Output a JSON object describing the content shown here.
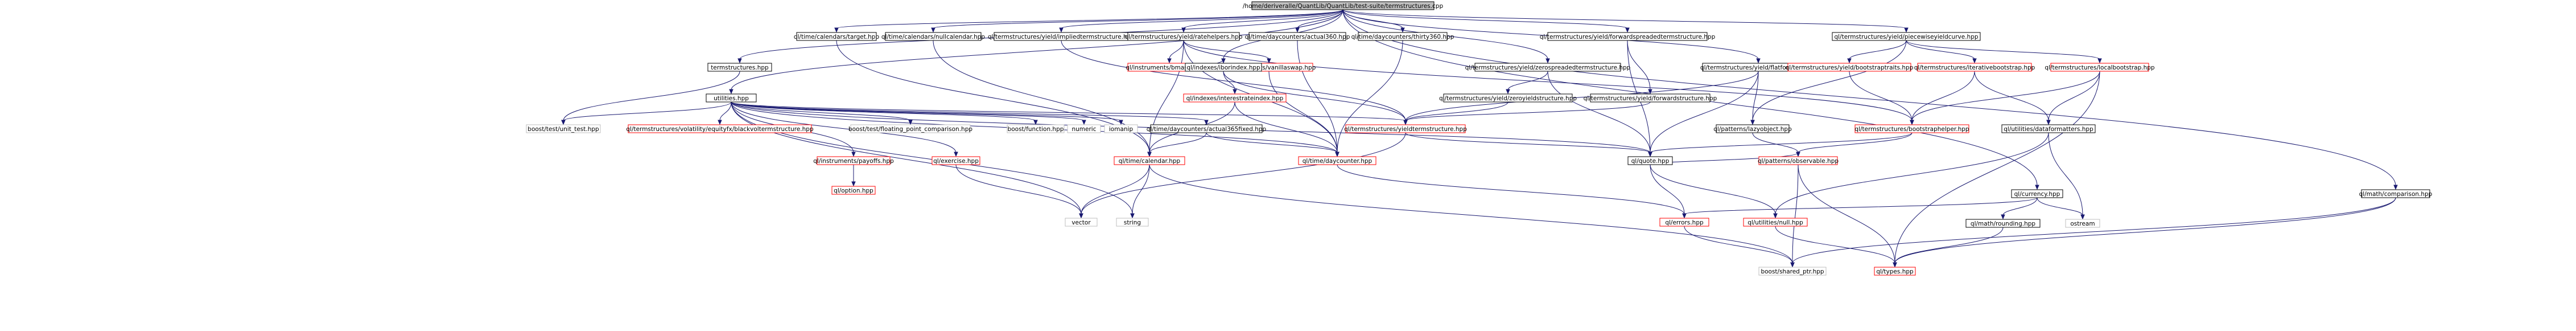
{
  "graph": {
    "nodes": {
      "root": {
        "label": "/home/deriveralle/QuantLib/QuantLib/test-suite/termstructures.cpp",
        "style": "root"
      },
      "ts_hpp": {
        "label": "termstructures.hpp",
        "style": "black"
      },
      "utilities": {
        "label": "utilities.hpp",
        "style": "black"
      },
      "target": {
        "label": "ql/time/calendars/target.hpp",
        "style": "black"
      },
      "nullcal": {
        "label": "ql/time/calendars/nullcalendar.hpp",
        "style": "black"
      },
      "implied": {
        "label": "ql/termstructures/yield/impliedtermstructure.hpp",
        "style": "black"
      },
      "ratehelpers": {
        "label": "ql/termstructures/yield/ratehelpers.hpp",
        "style": "black"
      },
      "act360": {
        "label": "ql/time/daycounters/actual360.hpp",
        "style": "black"
      },
      "thirty360": {
        "label": "ql/time/daycounters/thirty360.hpp",
        "style": "black"
      },
      "zerospreaded": {
        "label": "ql/termstructures/yield/zerospreadedtermstructure.hpp",
        "style": "black"
      },
      "fwdspreaded": {
        "label": "ql/termstructures/yield/forwardspreadedtermstructure.hpp",
        "style": "black"
      },
      "flatforward": {
        "label": "ql/termstructures/yield/flatforward.hpp",
        "style": "black"
      },
      "piecewise": {
        "label": "ql/termstructures/yield/piecewiseyieldcurve.hpp",
        "style": "black"
      },
      "mathcomparison": {
        "label": "ql/math/comparison.hpp",
        "style": "black"
      },
      "bmaswap": {
        "label": "ql/instruments/bmaswap.hpp",
        "style": "red"
      },
      "vanillaswap": {
        "label": "ql/instruments/vanillaswap.hpp",
        "style": "red"
      },
      "bootstraptraits": {
        "label": "ql/termstructures/yield/bootstraptraits.hpp",
        "style": "red"
      },
      "iterativeboot": {
        "label": "ql/termstructures/iterativebootstrap.hpp",
        "style": "red"
      },
      "localboot": {
        "label": "ql/termstructures/localbootstrap.hpp",
        "style": "red"
      },
      "boost_unit_test": {
        "label": "boost/test/unit_test.hpp",
        "style": "gray"
      },
      "blackvol": {
        "label": "ql/termstructures/volatility/equityfx/blackvoltermstructure.hpp",
        "style": "red"
      },
      "fpcomp": {
        "label": "boost/test/floating_point_comparison.hpp",
        "style": "gray"
      },
      "payoffs": {
        "label": "ql/instruments/payoffs.hpp",
        "style": "red"
      },
      "boost_function": {
        "label": "boost/function.hpp",
        "style": "gray"
      },
      "numeric": {
        "label": "numeric",
        "style": "gray"
      },
      "iomanip": {
        "label": "iomanip",
        "style": "gray"
      },
      "act365": {
        "label": "ql/time/daycounters/actual365fixed.hpp",
        "style": "black"
      },
      "ibor": {
        "label": "ql/indexes/iborindex.hpp",
        "style": "black"
      },
      "zeroyield": {
        "label": "ql/termstructures/yield/zeroyieldstructure.hpp",
        "style": "black"
      },
      "fwdstructure": {
        "label": "ql/termstructures/yield/forwardstructure.hpp",
        "style": "black"
      },
      "lazyobject": {
        "label": "ql/patterns/lazyobject.hpp",
        "style": "black"
      },
      "bootstraphelper": {
        "label": "ql/termstructures/bootstraphelper.hpp",
        "style": "red"
      },
      "dataformatters": {
        "label": "ql/utilities/dataformatters.hpp",
        "style": "black"
      },
      "option": {
        "label": "ql/option.hpp",
        "style": "red"
      },
      "exercise": {
        "label": "ql/exercise.hpp",
        "style": "red"
      },
      "interestrateindex": {
        "label": "ql/indexes/interestrateindex.hpp",
        "style": "red"
      },
      "yieldts": {
        "label": "ql/termstructures/yieldtermstructure.hpp",
        "style": "red"
      },
      "calendar": {
        "label": "ql/time/calendar.hpp",
        "style": "red"
      },
      "daycounter": {
        "label": "ql/time/daycounter.hpp",
        "style": "red"
      },
      "quote": {
        "label": "ql/quote.hpp",
        "style": "black"
      },
      "observable": {
        "label": "ql/patterns/observable.hpp",
        "style": "red"
      },
      "currency": {
        "label": "ql/currency.hpp",
        "style": "black"
      },
      "vector": {
        "label": "vector",
        "style": "gray"
      },
      "string": {
        "label": "string",
        "style": "gray"
      },
      "errors": {
        "label": "ql/errors.hpp",
        "style": "red"
      },
      "utilnull": {
        "label": "ql/utilities/null.hpp",
        "style": "red"
      },
      "rounding": {
        "label": "ql/math/rounding.hpp",
        "style": "black"
      },
      "ostream": {
        "label": "ostream",
        "style": "gray"
      },
      "shared_ptr": {
        "label": "boost/shared_ptr.hpp",
        "style": "gray"
      },
      "types": {
        "label": "ql/types.hpp",
        "style": "red"
      }
    },
    "edges": [
      [
        "root",
        "ts_hpp"
      ],
      [
        "root",
        "utilities"
      ],
      [
        "root",
        "target"
      ],
      [
        "root",
        "nullcal"
      ],
      [
        "root",
        "implied"
      ],
      [
        "root",
        "ratehelpers"
      ],
      [
        "root",
        "act360"
      ],
      [
        "root",
        "thirty360"
      ],
      [
        "root",
        "zerospreaded"
      ],
      [
        "root",
        "fwdspreaded"
      ],
      [
        "root",
        "flatforward"
      ],
      [
        "root",
        "piecewise"
      ],
      [
        "root",
        "mathcomparison"
      ],
      [
        "root",
        "ibor"
      ],
      [
        "root",
        "currency"
      ],
      [
        "ts_hpp",
        "boost_unit_test"
      ],
      [
        "utilities",
        "boost_unit_test"
      ],
      [
        "utilities",
        "blackvol"
      ],
      [
        "utilities",
        "fpcomp"
      ],
      [
        "utilities",
        "payoffs"
      ],
      [
        "utilities",
        "boost_function"
      ],
      [
        "utilities",
        "numeric"
      ],
      [
        "utilities",
        "iomanip"
      ],
      [
        "utilities",
        "act365"
      ],
      [
        "utilities",
        "exercise"
      ],
      [
        "utilities",
        "vector"
      ],
      [
        "utilities",
        "string"
      ],
      [
        "utilities",
        "yieldts"
      ],
      [
        "utilities",
        "quote"
      ],
      [
        "utilities",
        "daycounter"
      ],
      [
        "payoffs",
        "option"
      ],
      [
        "exercise",
        "vector"
      ],
      [
        "target",
        "calendar"
      ],
      [
        "nullcal",
        "calendar"
      ],
      [
        "implied",
        "yieldts"
      ],
      [
        "ratehelpers",
        "bmaswap"
      ],
      [
        "ratehelpers",
        "vanillaswap"
      ],
      [
        "ratehelpers",
        "calendar"
      ],
      [
        "ratehelpers",
        "daycounter"
      ],
      [
        "ratehelpers",
        "bootstraphelper"
      ],
      [
        "bmaswap",
        "ibor"
      ],
      [
        "vanillaswap",
        "daycounter"
      ],
      [
        "ibor",
        "interestrateindex"
      ],
      [
        "ibor",
        "yieldts"
      ],
      [
        "interestrateindex",
        "calendar"
      ],
      [
        "interestrateindex",
        "daycounter"
      ],
      [
        "act360",
        "daycounter"
      ],
      [
        "thirty360",
        "daycounter"
      ],
      [
        "zerospreaded",
        "zeroyield"
      ],
      [
        "zerospreaded",
        "quote"
      ],
      [
        "zeroyield",
        "yieldts"
      ],
      [
        "fwdspreaded",
        "fwdstructure"
      ],
      [
        "fwdspreaded",
        "quote"
      ],
      [
        "fwdstructure",
        "yieldts"
      ],
      [
        "flatforward",
        "yieldts"
      ],
      [
        "flatforward",
        "quote"
      ],
      [
        "flatforward",
        "lazyobject"
      ],
      [
        "piecewise",
        "bootstraptraits"
      ],
      [
        "piecewise",
        "iterativeboot"
      ],
      [
        "piecewise",
        "localboot"
      ],
      [
        "piecewise",
        "lazyobject"
      ],
      [
        "bootstraptraits",
        "bootstraphelper"
      ],
      [
        "iterativeboot",
        "bootstraphelper"
      ],
      [
        "iterativeboot",
        "dataformatters"
      ],
      [
        "localboot",
        "bootstraphelper"
      ],
      [
        "localboot",
        "dataformatters"
      ],
      [
        "localboot",
        "types"
      ],
      [
        "bootstraphelper",
        "quote"
      ],
      [
        "bootstraphelper",
        "observable"
      ],
      [
        "dataformatters",
        "utilnull"
      ],
      [
        "dataformatters",
        "ostream"
      ],
      [
        "lazyobject",
        "observable"
      ],
      [
        "act365",
        "daycounter"
      ],
      [
        "act365",
        "calendar"
      ],
      [
        "yieldts",
        "quote"
      ],
      [
        "yieldts",
        "vector"
      ],
      [
        "calendar",
        "vector"
      ],
      [
        "calendar",
        "string"
      ],
      [
        "calendar",
        "shared_ptr"
      ],
      [
        "daycounter",
        "errors"
      ],
      [
        "quote",
        "errors"
      ],
      [
        "quote",
        "utilnull"
      ],
      [
        "quote",
        "observable"
      ],
      [
        "observable",
        "shared_ptr"
      ],
      [
        "observable",
        "types"
      ],
      [
        "currency",
        "rounding"
      ],
      [
        "currency",
        "ostream"
      ],
      [
        "currency",
        "errors"
      ],
      [
        "rounding",
        "types"
      ],
      [
        "errors",
        "shared_ptr"
      ],
      [
        "utilnull",
        "types"
      ],
      [
        "mathcomparison",
        "shared_ptr"
      ],
      [
        "mathcomparison",
        "types"
      ]
    ]
  }
}
